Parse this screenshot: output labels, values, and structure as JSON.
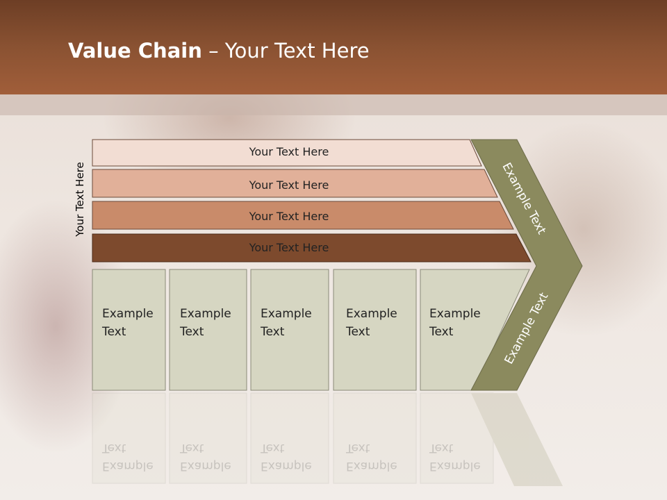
{
  "title": {
    "bold": "Value Chain",
    "rest": " – Your Text Here"
  },
  "side_label": "Your Text Here",
  "bars": [
    {
      "label": "Your Text Here",
      "color": "#f2ddd3"
    },
    {
      "label": "Your Text Here",
      "color": "#e1b099"
    },
    {
      "label": "Your Text Here",
      "color": "#c98b6a"
    },
    {
      "label": "Your Text Here",
      "color": "#7d4a2d"
    }
  ],
  "columns": [
    {
      "text": "Example\nText"
    },
    {
      "text": "Example\nText"
    },
    {
      "text": "Example\nText"
    },
    {
      "text": "Example\nText"
    },
    {
      "text": "Example\nText"
    }
  ],
  "arrow": {
    "top_label": "Example Text",
    "bottom_label": "Example Text",
    "color": "#8b8a5e"
  },
  "colors": {
    "box_fill": "#d6d6c2",
    "header": "#8a5232"
  }
}
